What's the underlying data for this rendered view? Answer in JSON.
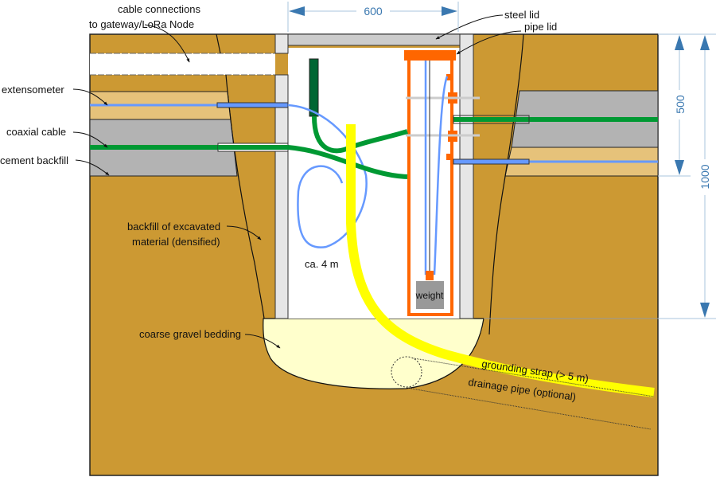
{
  "title": "Installation cross-section",
  "colors": {
    "soil": "#cc9933",
    "cement": "#b3b3b3",
    "sand_layer": "#e6c27a",
    "gravel": "#ffffcc",
    "wall": "#e6e6e6",
    "lid": "#cccccc",
    "pipe_orange": "#ff6600",
    "coax_green": "#009933",
    "dark_green": "#006633",
    "extensometer_blue": "#6699ff",
    "grounding_yellow": "#ffff00",
    "weight_gray": "#999999",
    "dimension_blue": "#3a78b0"
  },
  "labels": {
    "cable_connections_line1": "cable connections",
    "cable_connections_line2": "to gateway/LoRa Node",
    "extensometer": "extensometer",
    "coaxial_cable": "coaxial cable",
    "cement_backfill": "cement backfill",
    "backfill_line1": "backfill of excavated",
    "backfill_line2": "material (densified)",
    "coarse_gravel": "coarse gravel bedding",
    "cable_length": "ca. 4 m",
    "steel_lid": "steel lid",
    "pipe_lid": "pipe lid",
    "weight": "weight",
    "grounding_strap": "grounding strap (> 5 m)",
    "drainage_pipe": "drainage pipe (optional)"
  },
  "dimensions": {
    "width": "600",
    "depth_layer": "500",
    "depth_total": "1000"
  }
}
